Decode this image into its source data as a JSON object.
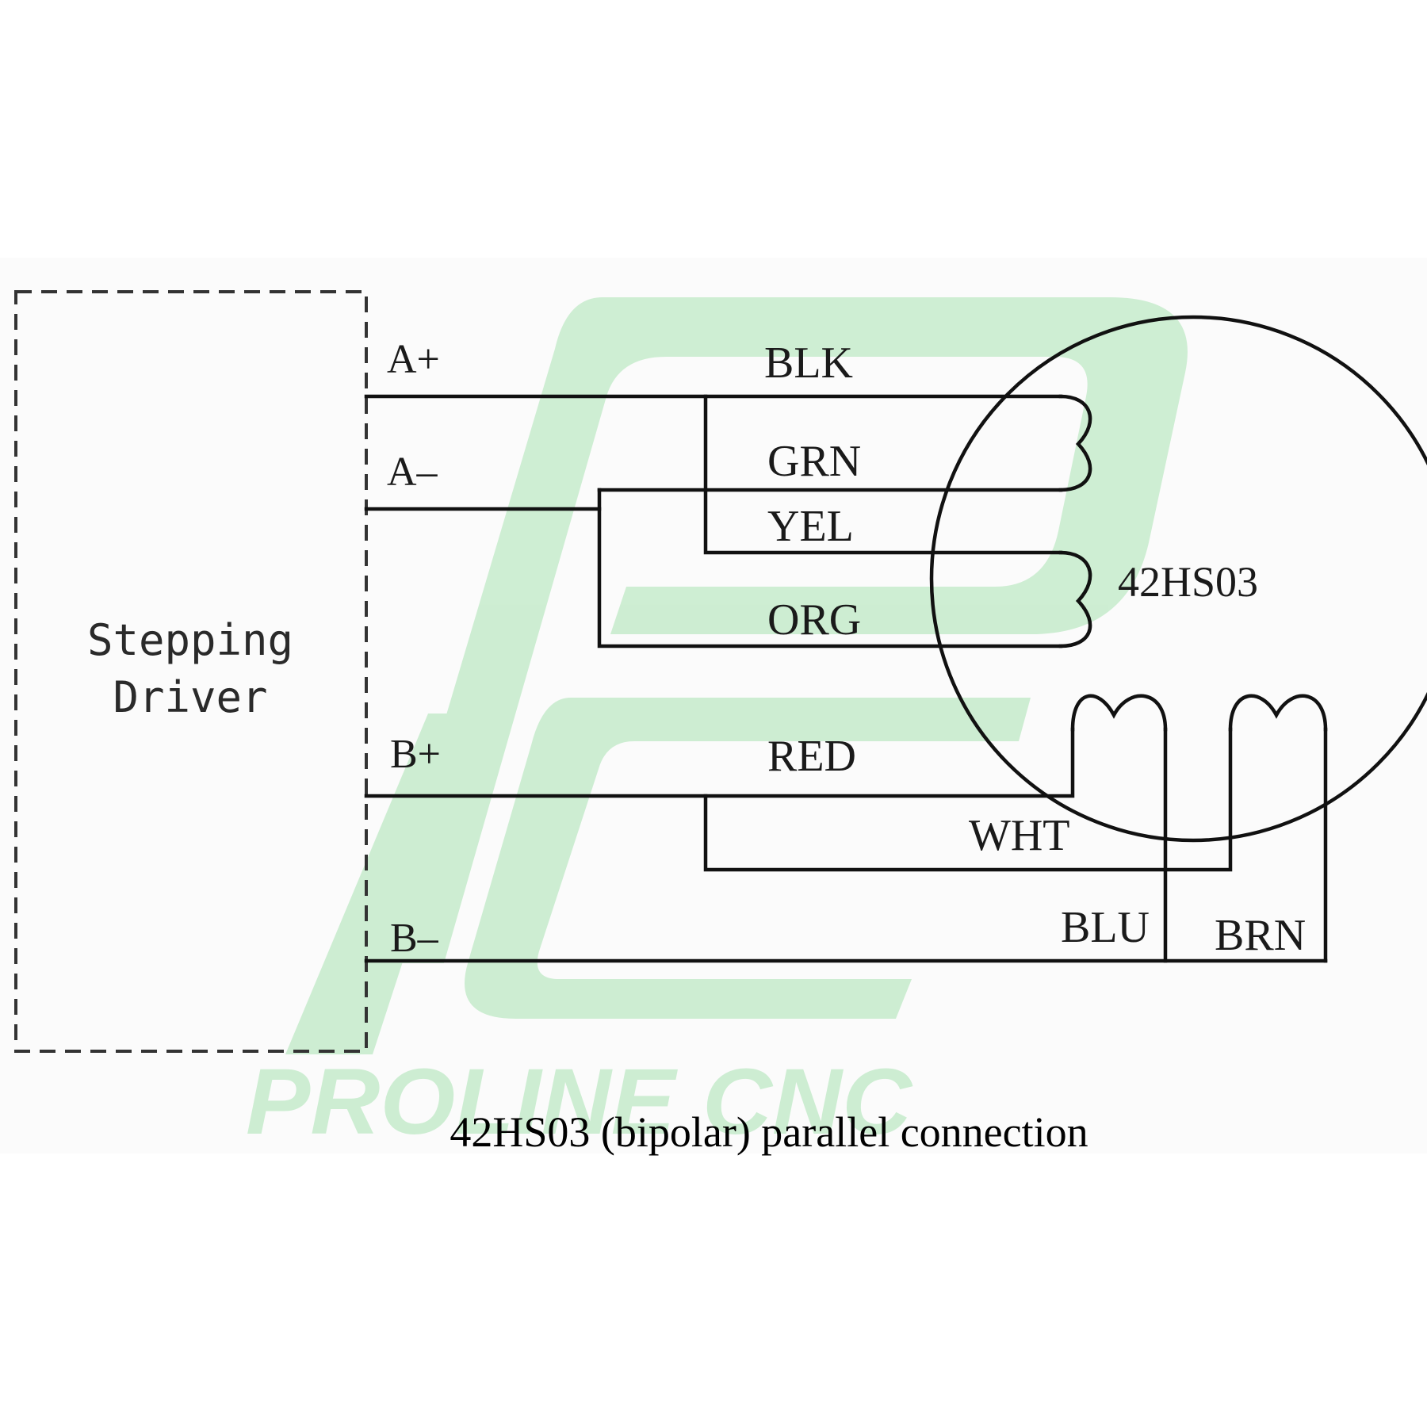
{
  "driver": {
    "label_line1": "Stepping",
    "label_line2": "Driver"
  },
  "terminals": {
    "a_plus": "A+",
    "a_minus": "A–",
    "b_plus": "B+",
    "b_minus": "B–"
  },
  "wires": {
    "blk": "BLK",
    "grn": "GRN",
    "yel": "YEL",
    "org": "ORG",
    "red": "RED",
    "wht": "WHT",
    "blu": "BLU",
    "brn": "BRN"
  },
  "motor": {
    "model": "42HS03"
  },
  "caption": "42HS03 (bipolar) parallel connection",
  "watermark": {
    "text": "PROLINE CNC",
    "color": "#8fdc9c"
  }
}
